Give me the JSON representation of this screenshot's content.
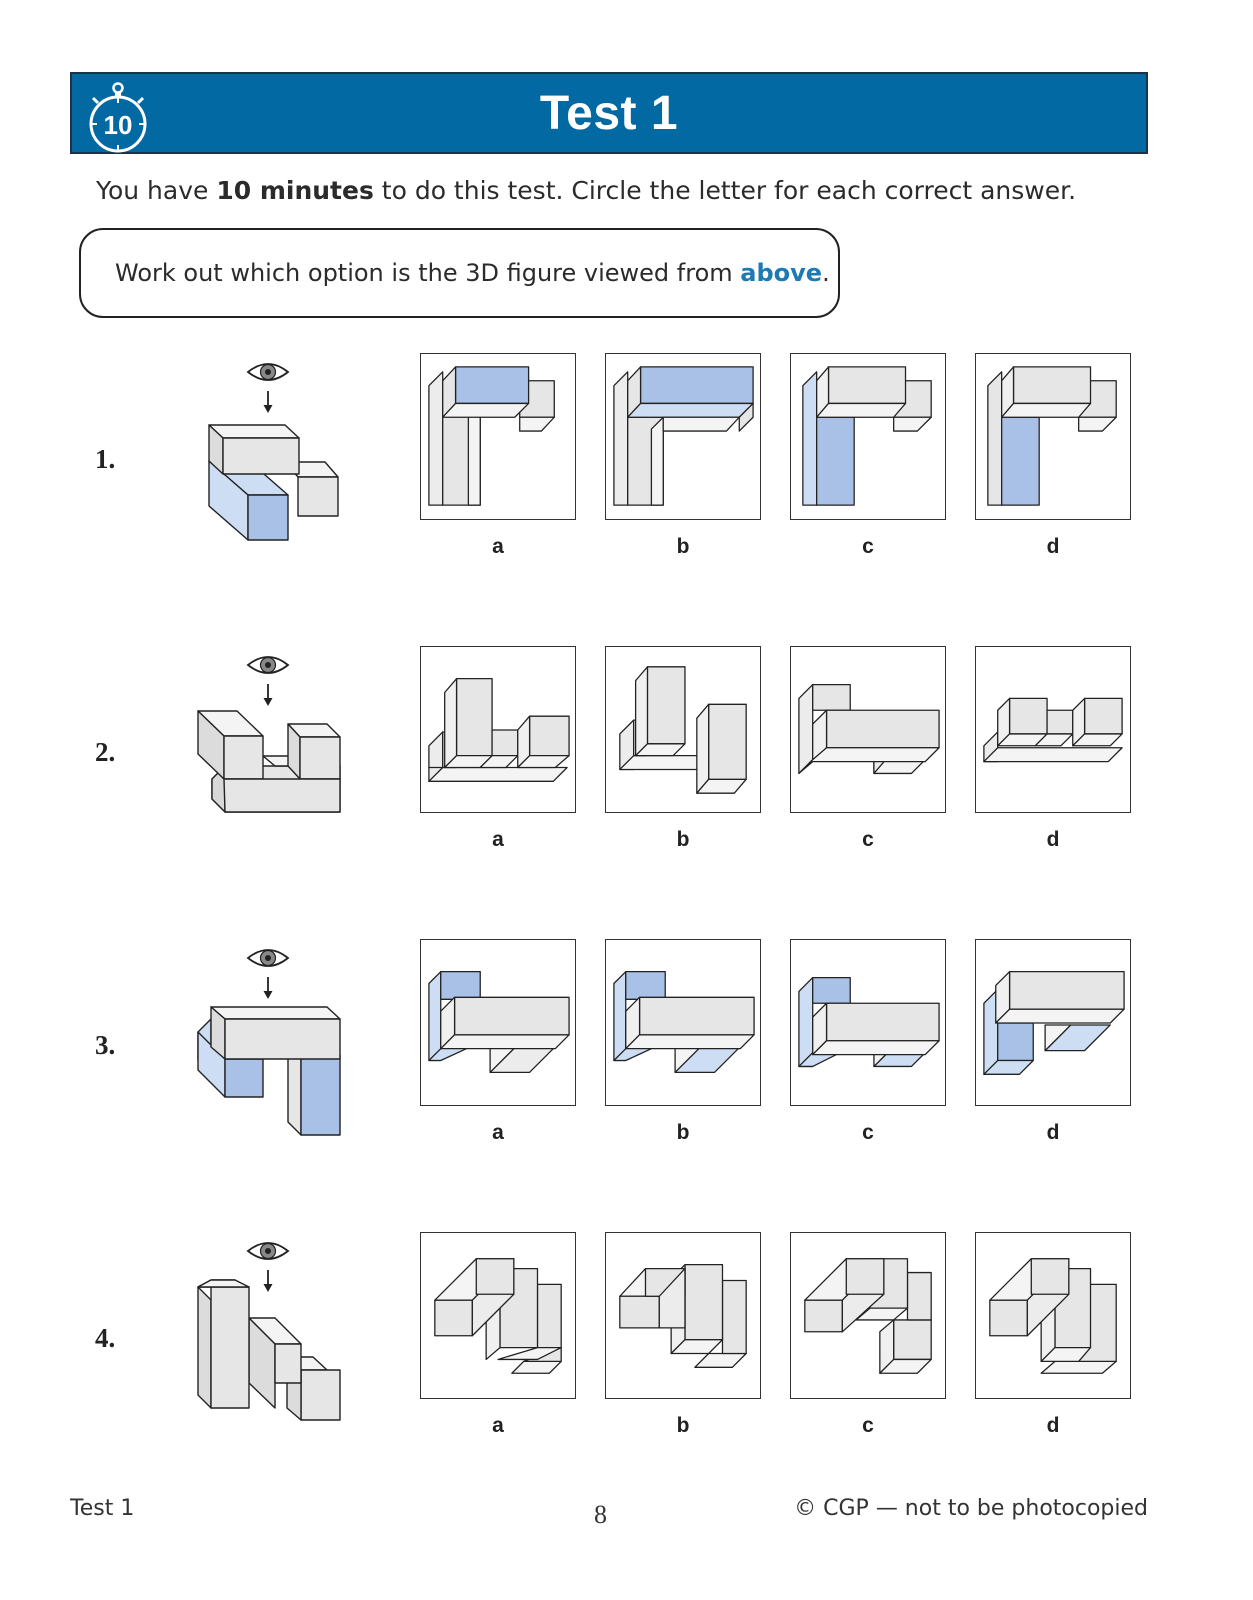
{
  "header": {
    "timer_minutes": "10",
    "title": "Test 1",
    "color": "#0369a3"
  },
  "instructions": {
    "pre": "You have ",
    "bold": "10 minutes",
    "post": " to do this test.  Circle the letter for each correct answer."
  },
  "question_box": {
    "pre": "Work out which option is the 3D figure viewed from ",
    "highlight": "above",
    "post": ".",
    "highlight_color": "#1d7ab3"
  },
  "questions": [
    {
      "number": "1.",
      "options": [
        "a",
        "b",
        "c",
        "d"
      ]
    },
    {
      "number": "2.",
      "options": [
        "a",
        "b",
        "c",
        "d"
      ]
    },
    {
      "number": "3.",
      "options": [
        "a",
        "b",
        "c",
        "d"
      ]
    },
    {
      "number": "4.",
      "options": [
        "a",
        "b",
        "c",
        "d"
      ]
    }
  ],
  "colors": {
    "cube_face": "#e6e6e6",
    "highlight_face": "#a9c1e6",
    "highlight_light": "#cdddf3"
  },
  "footer": {
    "left": "Test 1",
    "page_number": "8",
    "right": "© CGP — not to be photocopied"
  }
}
